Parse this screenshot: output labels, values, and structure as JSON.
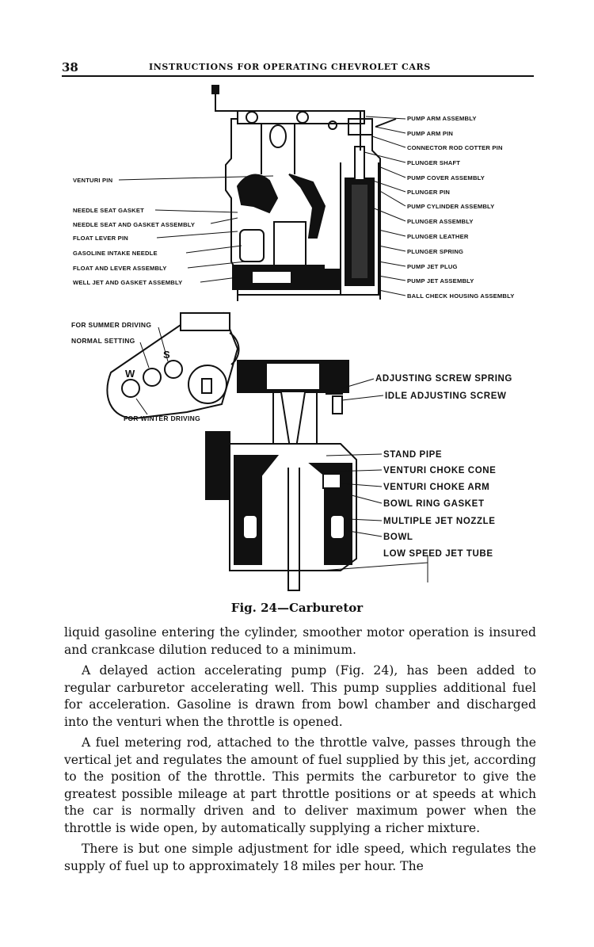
{
  "header": {
    "page_number": "38",
    "running_title": "INSTRUCTIONS FOR OPERATING CHEVROLET CARS"
  },
  "figure": {
    "caption": "Fig. 24—Carburetor",
    "top_left_labels": [
      "VENTURI PIN",
      "NEEDLE SEAT GASKET",
      "NEEDLE SEAT AND GASKET ASSEMBLY",
      "FLOAT LEVER PIN",
      "GASOLINE INTAKE NEEDLE",
      "FLOAT AND LEVER ASSEMBLY",
      "WELL JET AND GASKET ASSEMBLY"
    ],
    "top_right_labels": [
      "PUMP ARM ASSEMBLY",
      "PUMP ARM PIN",
      "CONNECTOR ROD COTTER PIN",
      "PLUNGER SHAFT",
      "PUMP COVER ASSEMBLY",
      "PLUNGER PIN",
      "PUMP CYLINDER ASSEMBLY",
      "PLUNGER ASSEMBLY",
      "PLUNGER LEATHER",
      "PLUNGER SPRING",
      "PUMP JET PLUG",
      "PUMP JET ASSEMBLY",
      "BALL CHECK HOUSING ASSEMBLY"
    ],
    "dial_labels": {
      "summer": "FOR SUMMER DRIVING",
      "normal": "NORMAL SETTING",
      "winter": "FOR WINTER DRIVING",
      "letter_s": "S",
      "letter_w": "W"
    },
    "bottom_right_labels": [
      "ADJUSTING SCREW SPRING",
      "IDLE ADJUSTING SCREW",
      "STAND PIPE",
      "VENTURI CHOKE CONE",
      "VENTURI CHOKE ARM",
      "BOWL RING GASKET",
      "MULTIPLE JET NOZZLE",
      "BOWL",
      "LOW SPEED JET TUBE"
    ]
  },
  "body": {
    "paragraphs": [
      "liquid gasoline entering the cylinder, smoother motor operation is insured and crankcase dilution reduced to a minimum.",
      "A delayed action accelerating pump (Fig. 24), has been added to regular carburetor accelerating well. This pump supplies additional fuel for acceleration. Gasoline is drawn from bowl chamber and discharged into the venturi when the throttle is opened.",
      "A fuel metering rod, attached to the throttle valve, passes through the vertical jet and regulates the amount of fuel supplied by this jet, according to the position of the throttle. This permits the carburetor to give the greatest possible mileage at part throttle positions or at speeds at which the car is normally driven and to deliver maximum power when the throttle is wide open, by automatically supplying a richer mixture.",
      "There is but one simple adjustment for idle speed, which regulates the supply of fuel up to approximately 18 miles per hour. The"
    ]
  }
}
